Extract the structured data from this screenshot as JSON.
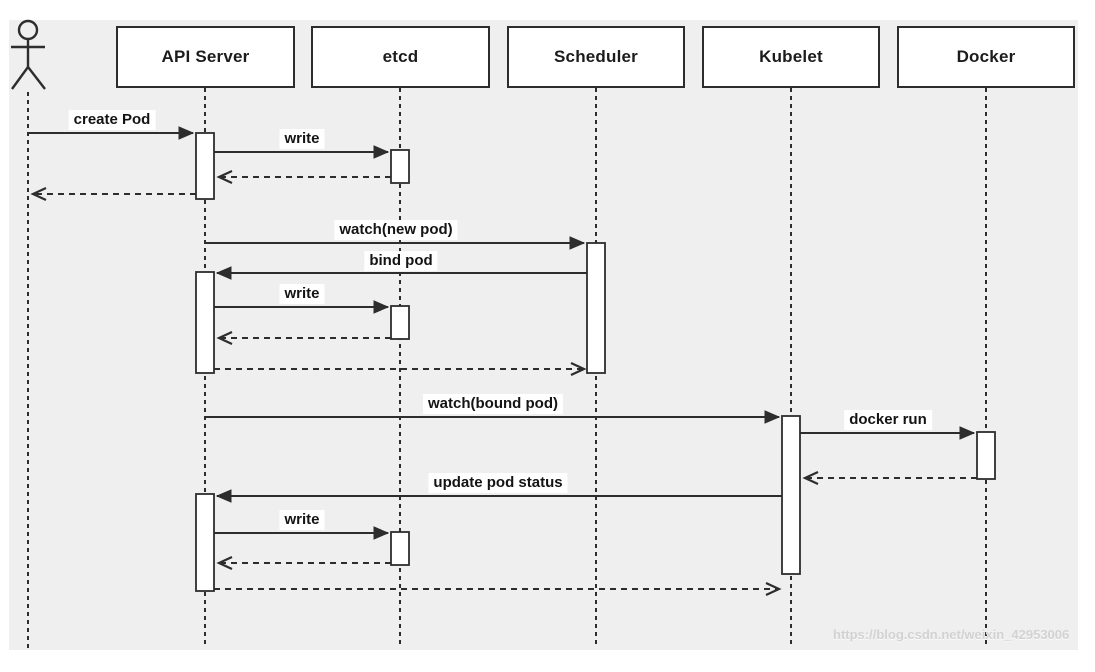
{
  "diagram": {
    "type": "sequence-diagram",
    "subject": "Kubernetes pod creation flow",
    "colors": {
      "background": "#efefef",
      "line": "#2d2d2d",
      "box_fill": "#ffffff",
      "label_bg": "#ffffff",
      "watermark": "#d2d2d2"
    },
    "actors": [
      {
        "label": "API Server"
      },
      {
        "label": "etcd"
      },
      {
        "label": "Scheduler"
      },
      {
        "label": "Kubelet"
      },
      {
        "label": "Docker"
      }
    ],
    "messages": [
      {
        "label": "create Pod",
        "from": "User",
        "to": "API Server",
        "type": "sync"
      },
      {
        "label": "write",
        "from": "API Server",
        "to": "etcd",
        "type": "sync"
      },
      {
        "label": "",
        "from": "etcd",
        "to": "API Server",
        "type": "return"
      },
      {
        "label": "",
        "from": "API Server",
        "to": "User",
        "type": "return"
      },
      {
        "label": "watch(new pod)",
        "from": "API Server",
        "to": "Scheduler",
        "type": "sync"
      },
      {
        "label": "bind pod",
        "from": "Scheduler",
        "to": "API Server",
        "type": "sync"
      },
      {
        "label": "write",
        "from": "API Server",
        "to": "etcd",
        "type": "sync"
      },
      {
        "label": "",
        "from": "etcd",
        "to": "API Server",
        "type": "return"
      },
      {
        "label": "",
        "from": "API Server",
        "to": "Scheduler",
        "type": "return"
      },
      {
        "label": "watch(bound pod)",
        "from": "API Server",
        "to": "Kubelet",
        "type": "sync"
      },
      {
        "label": "docker run",
        "from": "Kubelet",
        "to": "Docker",
        "type": "sync"
      },
      {
        "label": "",
        "from": "Docker",
        "to": "Kubelet",
        "type": "return"
      },
      {
        "label": "update pod status",
        "from": "Kubelet",
        "to": "API Server",
        "type": "sync"
      },
      {
        "label": "write",
        "from": "API Server",
        "to": "etcd",
        "type": "sync"
      },
      {
        "label": "",
        "from": "etcd",
        "to": "API Server",
        "type": "return"
      },
      {
        "label": "",
        "from": "API Server",
        "to": "Kubelet",
        "type": "return"
      }
    ],
    "watermark": "https://blog.csdn.net/weixin_42953006"
  }
}
